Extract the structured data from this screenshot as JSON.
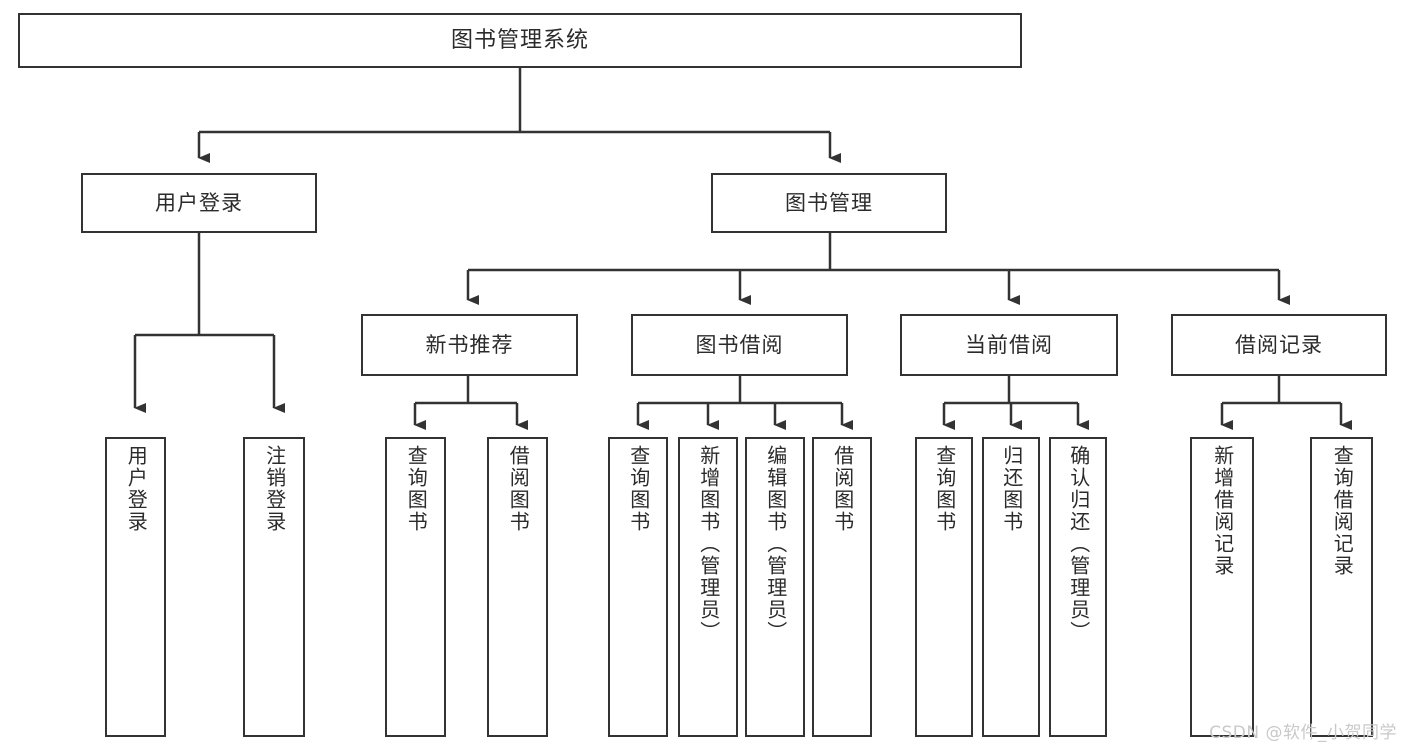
{
  "diagram": {
    "title": "图书管理系统",
    "type": "hierarchy-tree",
    "stroke_color": "#333333",
    "text_color": "#2b2b2b",
    "background_color": "#ffffff"
  },
  "nodes": {
    "root": {
      "label": "图书管理系统"
    },
    "level2": [
      {
        "label": "用户登录"
      },
      {
        "label": "图书管理"
      }
    ],
    "level3": [
      {
        "label": "新书推荐"
      },
      {
        "label": "图书借阅"
      },
      {
        "label": "当前借阅"
      },
      {
        "label": "借阅记录"
      }
    ],
    "leaves": {
      "user_login": [
        {
          "label": "用户登录"
        },
        {
          "label": "注销登录"
        }
      ],
      "new_book_recommend": [
        {
          "label": "查询图书"
        },
        {
          "label": "借阅图书"
        }
      ],
      "book_borrow": [
        {
          "label": "查询图书"
        },
        {
          "label": "新增图书（管理员）"
        },
        {
          "label": "编辑图书（管理员）"
        },
        {
          "label": "借阅图书"
        }
      ],
      "current_borrow": [
        {
          "label": "查询图书"
        },
        {
          "label": "归还图书"
        },
        {
          "label": "确认归还（管理员）"
        }
      ],
      "borrow_record": [
        {
          "label": "新增借阅记录"
        },
        {
          "label": "查询借阅记录"
        }
      ]
    }
  },
  "watermark": {
    "text": "CSDN @软件_小贺同学"
  }
}
